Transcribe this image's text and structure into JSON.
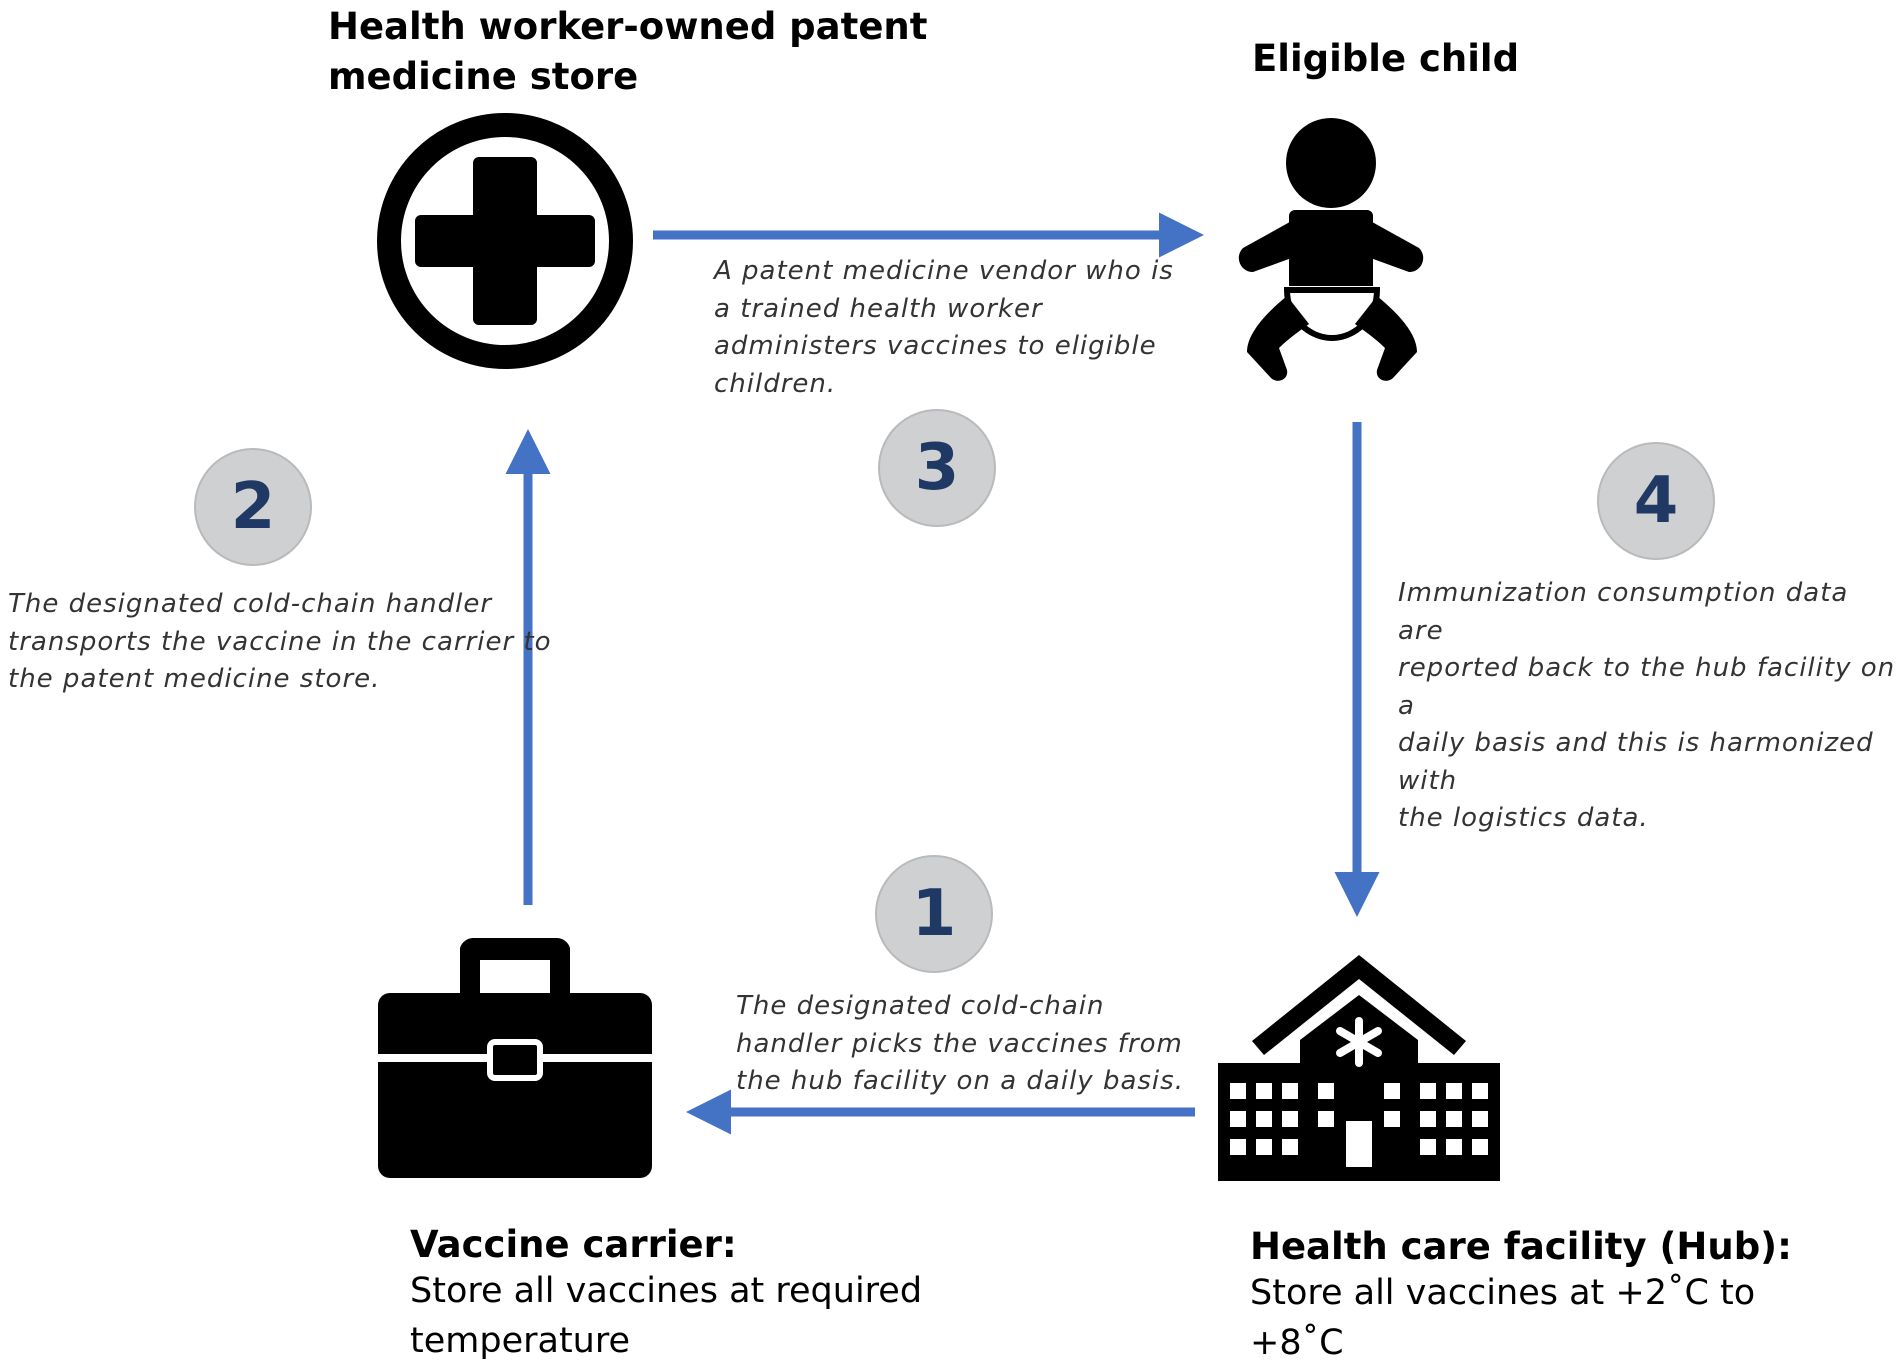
{
  "colors": {
    "arrow": "#4472c4",
    "step_circle_fill": "#cfd0d2",
    "step_number": "#203864",
    "icon": "#000000"
  },
  "nodes": {
    "store": {
      "title": "Health worker-owned  patent\nmedicine store",
      "icon": "medical-cross-icon"
    },
    "child": {
      "title": "Eligible child",
      "icon": "baby-icon"
    },
    "hub": {
      "title": "Health care facility (Hub):",
      "description": "Store all vaccines at +2˚C to\n+8˚C",
      "icon": "hospital-icon"
    },
    "carrier": {
      "title": "Vaccine carrier:",
      "description": "Store all vaccines at required\ntemperature",
      "icon": "briefcase-icon"
    }
  },
  "steps": [
    {
      "number": "1",
      "text": "The designated cold-chain\nhandler picks the vaccines from\nthe hub facility on a daily basis."
    },
    {
      "number": "2",
      "text": "The designated cold-chain handler\ntransports the vaccine in the carrier to\nthe patent medicine store."
    },
    {
      "number": "3",
      "text": "A patent medicine vendor who is\na trained health worker\nadministers vaccines to eligible\nchildren."
    },
    {
      "number": "4",
      "text": "Immunization consumption data are\nreported back to the hub facility on a\ndaily basis and this is harmonized with\nthe logistics data."
    }
  ]
}
